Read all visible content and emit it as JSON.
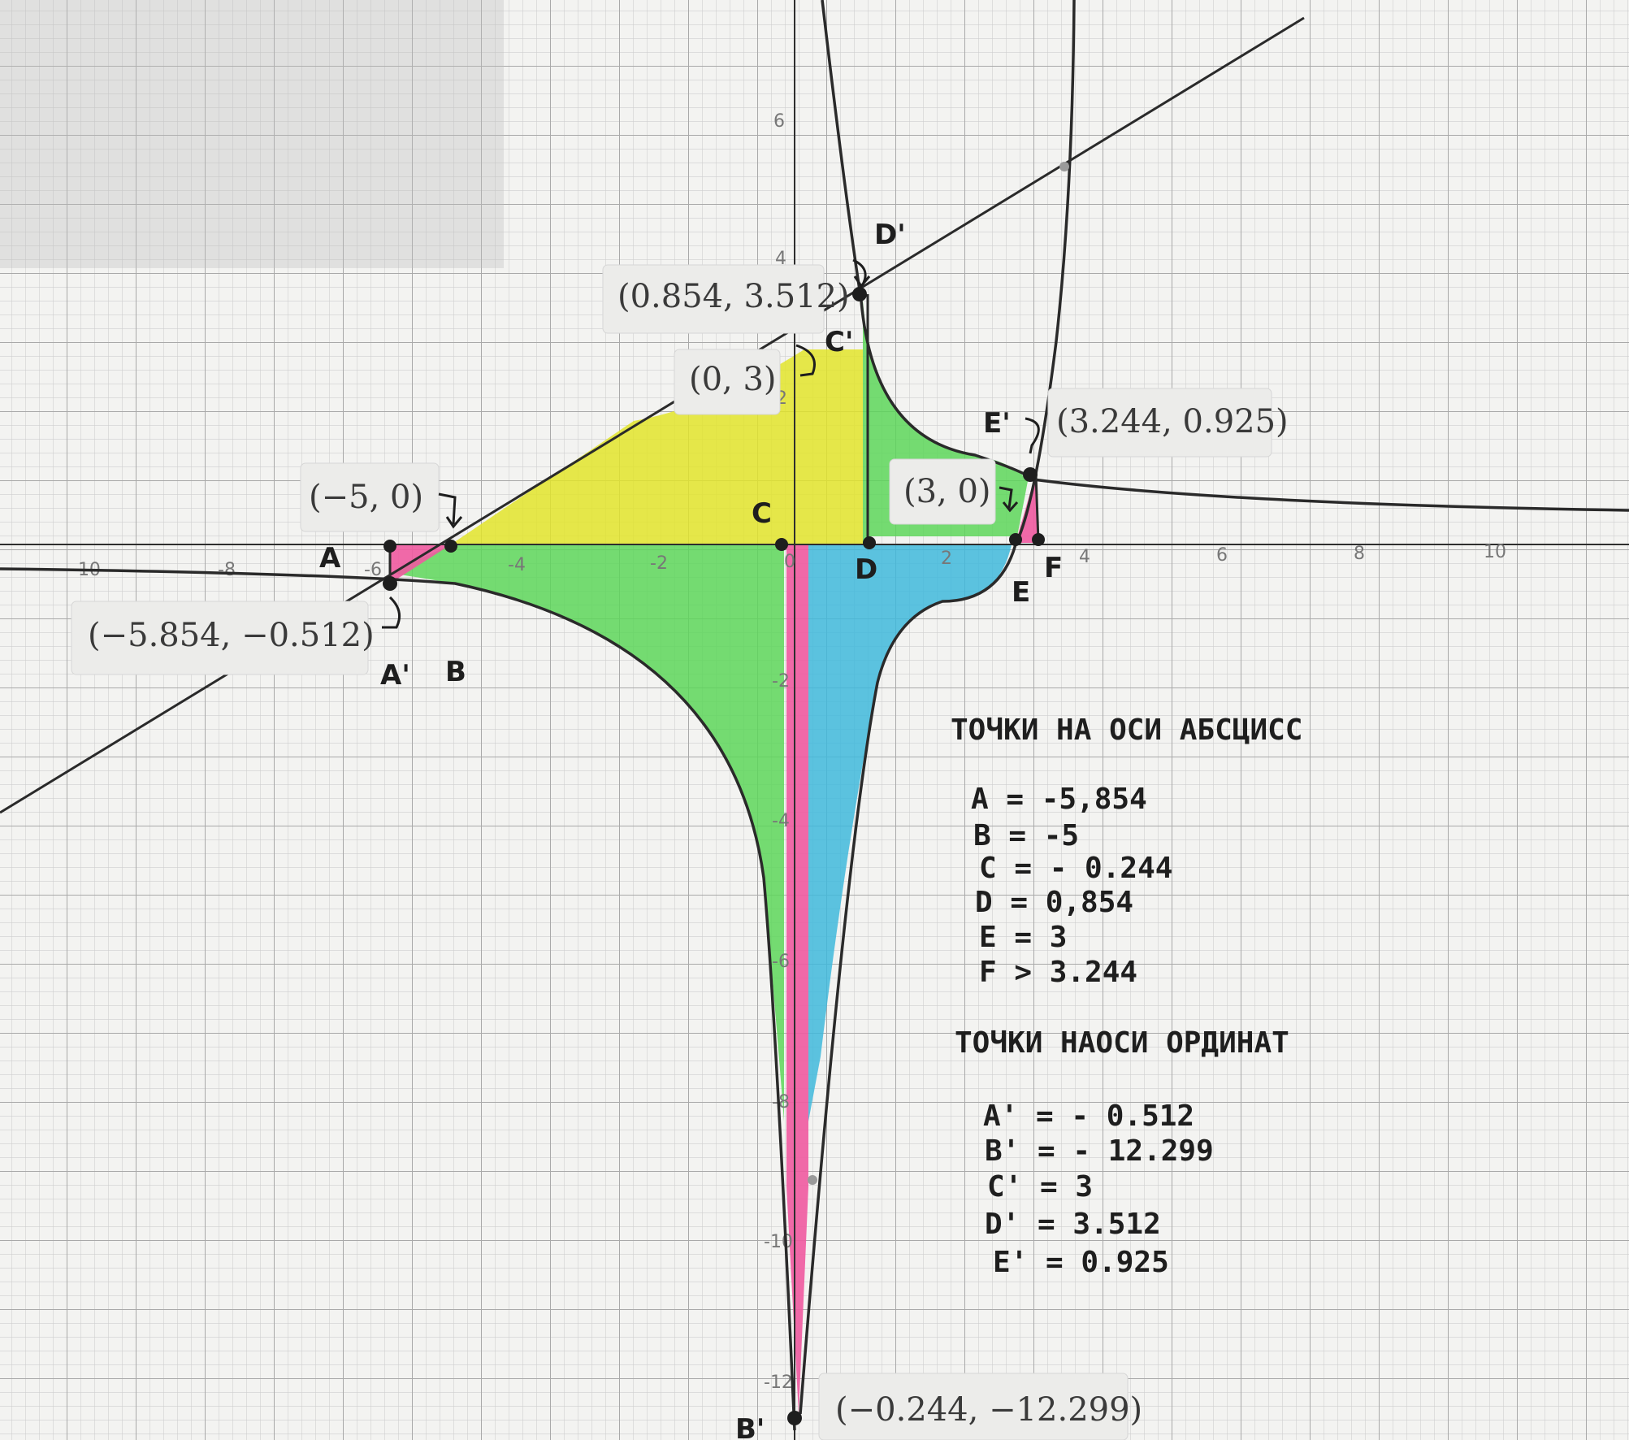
{
  "axes": {
    "x_ticks": [
      "-10",
      "-8",
      "-6",
      "-4",
      "-2",
      "0",
      "2",
      "4",
      "6",
      "8",
      "10"
    ],
    "y_ticks": [
      "6",
      "4",
      "2",
      "-2",
      "-4",
      "-6",
      "-8",
      "-10",
      "-12"
    ]
  },
  "point_labels": {
    "A": "(−5.854, −0.512)",
    "B": "(−5, 0)",
    "C": "(0, 3)",
    "D": "(0.854, 3.512)",
    "E": "(3.244, 0.925)",
    "F": "(3, 0)",
    "G": "(−0.244, −12.299)"
  },
  "handwritten_letters": {
    "A": "A",
    "B": "B",
    "C": "C",
    "D": "D",
    "E": "E",
    "F": "F",
    "A1": "A'",
    "B1": "B'",
    "C1": "C'",
    "D1": "D'",
    "E1": "E'"
  },
  "notes": {
    "abscissa_title": "ТОЧКИ НА ОСИ АБСЦИСС",
    "abscissa": [
      "A = -5,854",
      "B = -5",
      "C = - 0.244",
      "D = 0,854",
      "E = 3",
      "F > 3.244"
    ],
    "ordinate_title": "ТОЧКИ НАОСИ ОРДИНАТ",
    "ordinate": [
      "A' = - 0.512",
      "B' = - 12.299",
      "C' = 3",
      "D' = 3.512",
      "E' = 0.925"
    ]
  },
  "colors": {
    "grid_minor": "#c8c8c8",
    "grid_major": "#a8a8a8",
    "curve": "#2a2a2a",
    "pink": "#ef5aa0",
    "yellow": "#e2e42c",
    "green": "#5dd65a",
    "blue": "#3fb8dc"
  }
}
